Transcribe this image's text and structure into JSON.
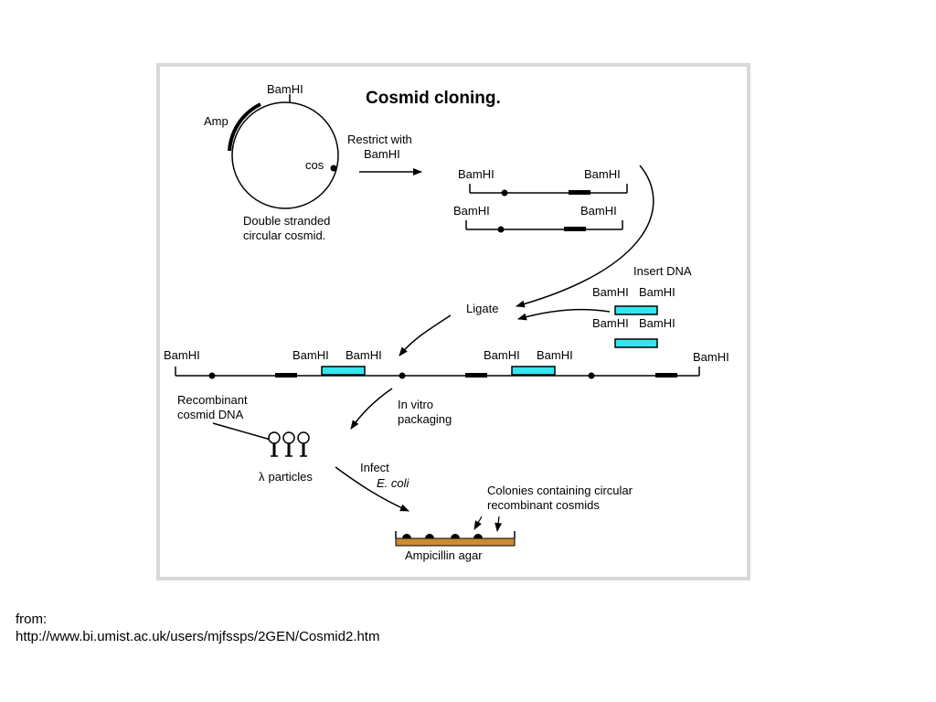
{
  "figure": {
    "title": "Cosmid cloning.",
    "colors": {
      "insert": "#33e6f0",
      "agar": "#cc8c33",
      "ink": "#000000",
      "frame": "#d9d9d9"
    },
    "cosmid": {
      "site_label": "BamHI",
      "amp_label": "Amp",
      "cos_label": "cos",
      "caption_line1": "Double stranded",
      "caption_line2": "circular cosmid."
    },
    "restrict": {
      "line1": "Restrict with",
      "line2": "BamHI"
    },
    "linear_fragments": [
      {
        "left": "BamHI",
        "right": "BamHI"
      },
      {
        "left": "BamHI",
        "right": "BamHI"
      }
    ],
    "insert_dna": {
      "label": "Insert DNA",
      "fragments": [
        {
          "left": "BamHI",
          "right": "BamHI"
        },
        {
          "left": "BamHI",
          "right": "BamHI"
        }
      ]
    },
    "ligate_label": "Ligate",
    "concatemer": {
      "sites": [
        "BamHI",
        "BamHI",
        "BamHI",
        "BamHI",
        "BamHI",
        "BamHI"
      ]
    },
    "recombinant": {
      "line1": "Recombinant",
      "line2": "cosmid DNA"
    },
    "packaging": {
      "line1": "In vitro",
      "line2": "packaging"
    },
    "particles": {
      "symbol": "λ",
      "label": "particles"
    },
    "infect": {
      "line1": "Infect",
      "line2": "E. coli"
    },
    "colonies": {
      "line1": "Colonies containing circular",
      "line2": "recombinant cosmids"
    },
    "agar_label": "Ampicillin agar"
  },
  "caption": {
    "line1": "from:",
    "line2": "http://www.bi.umist.ac.uk/users/mjfssps/2GEN/Cosmid2.htm"
  }
}
